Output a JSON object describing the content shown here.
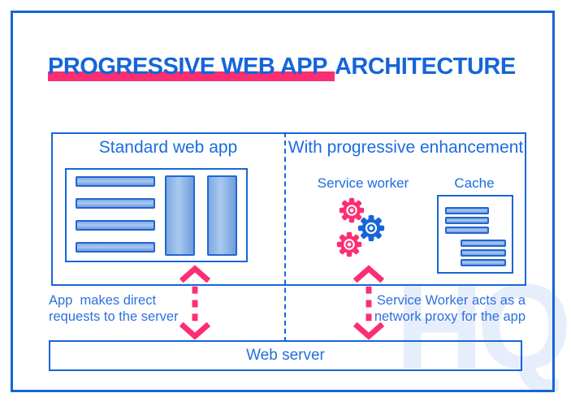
{
  "title": {
    "highlight": "PROGRESSIVE WEB APP",
    "rest": "ARCHITECTURE"
  },
  "sections": {
    "left": {
      "heading": "Standard web app",
      "caption": "App  makes direct\nrequests to the server"
    },
    "right": {
      "heading": "With progressive enhancement",
      "service_worker_label": "Service worker",
      "cache_label": "Cache",
      "caption": "Service Worker acts as a\nnetwork proxy for the app"
    }
  },
  "server": {
    "label": "Web server"
  },
  "watermark": {
    "text": "HQ"
  },
  "icons": {
    "browser_wireframe": "browser-window-icon",
    "gears": [
      "gear-icon-pink",
      "gear-icon-blue",
      "gear-icon-pink"
    ],
    "cache": "cache-icon",
    "arrows": "bidirectional-dashed-arrow-icon"
  },
  "colors": {
    "primary_blue": "#1565d8",
    "heading_blue": "#1b6ce2",
    "text_blue": "#2e71dc",
    "accent_pink": "#fb2e74",
    "bar_fill_light": "#a9c9f0",
    "bar_fill_dark": "#6f9edb",
    "bar_border": "#2465d2",
    "watermark_blue": "#e7eefb"
  }
}
